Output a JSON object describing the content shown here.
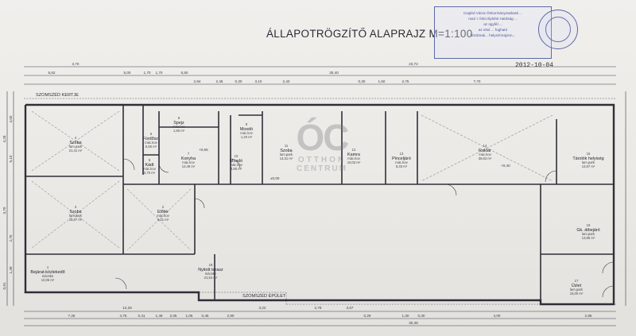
{
  "title": "ÁLLAPOTRÖGZÍTŐ ALAPRAJZ M=1:100",
  "date_stamp": "2012-10-04",
  "stamp_lines": [
    "Cegléd Város Önkormányzatának ...",
    "mari I. fokú Építési Hatóság ...",
    "az ügyfél ...",
    "az elsó ... fogható",
    "közútnak... helyszínrajzon..."
  ],
  "watermark": {
    "logo": "ÓC",
    "line1": "OTTHON",
    "line2": "CENTRUM"
  },
  "labels": {
    "north_neighbor": "SZOMSZÉD KERTJE",
    "south_neighbor": "SZOMSZÉD ÉPÜLET"
  },
  "top_dims": [
    "3,70",
    "6,62",
    "5,00",
    "1,70",
    "1,70",
    "5,50",
    "2,94",
    "2,45",
    "0,30",
    "3,10",
    "2,40",
    "30,40",
    "0,30",
    "1,50",
    "2,75",
    "7,70",
    "23,72"
  ],
  "bottom_dims": [
    "12,26",
    "7,25",
    "4,75",
    "0,41",
    "1,49",
    "2,05",
    "1,05",
    "0,45",
    "2,90",
    "3,22",
    "2,78",
    "3,67",
    "0,29",
    "1,30",
    "0,30",
    "30,45",
    "4,00",
    "2,95"
  ],
  "left_dims": [
    "4,28",
    "4,00",
    "5,10",
    "3,70",
    "2,75",
    "1,49",
    "0,91"
  ],
  "rooms": [
    {
      "id": "1",
      "name": "Bejárat-közlekedő",
      "floor": "mácske",
      "area": "10,06 m²"
    },
    {
      "id": "2",
      "name": "Előtér",
      "floor": "mác.kov",
      "area": "9,31 m²"
    },
    {
      "id": "3",
      "name": "Szoba",
      "floor": "lam.park",
      "area": "18,87 m²"
    },
    {
      "id": "4",
      "name": "Szoba",
      "floor": "lam.park",
      "area": "21,41 m²"
    },
    {
      "id": "5",
      "name": "Kádt",
      "floor": "mác.kov",
      "area": "3,70 m²"
    },
    {
      "id": "6",
      "name": "Fürdősz.",
      "floor": "mác.kov",
      "area": "5,50 m²"
    },
    {
      "id": "7",
      "name": "Konyha",
      "floor": "mác.kov",
      "area": "12,49 m²"
    },
    {
      "id": "8",
      "name": "Spejz",
      "floor": "mác.kov",
      "area": "1,80 m²"
    },
    {
      "id": "9",
      "name": "Mosdó",
      "floor": "mác.kov",
      "area": "1,20 m²"
    },
    {
      "id": "10",
      "name": "Mosdó",
      "floor": "mác.kov",
      "area": "3,80 m²"
    },
    {
      "id": "11",
      "name": "Szoba",
      "floor": "lam.park",
      "area": "14,31 m²"
    },
    {
      "id": "12",
      "name": "Kamra",
      "floor": "mác.kov",
      "area": "10,03 m²"
    },
    {
      "id": "13",
      "name": "Pinceljáró",
      "floor": "mác.kov",
      "area": "6,33 m²"
    },
    {
      "id": "14",
      "name": "Raktár",
      "floor": "mác.kov",
      "area": "36,63 m²"
    },
    {
      "id": "15",
      "name": "Tárolók helyiség",
      "floor": "lam.park",
      "area": "13,67 m²"
    },
    {
      "id": "16",
      "name": "Gk. átbejáró",
      "floor": "lam.park",
      "area": "13,85 m²"
    },
    {
      "id": "17",
      "name": "Üzlet",
      "floor": "lam.park",
      "area": "15,00 m²"
    },
    {
      "id": "18",
      "name": "Nyitott terasz",
      "floor": "mácske",
      "area": "21,54 m²"
    }
  ],
  "markers": [
    "+0,40",
    "+0,65",
    "±0,00"
  ],
  "colors": {
    "line": "#2f2f3a",
    "stamp": "#4a569a",
    "paper": "#ecebe7"
  }
}
